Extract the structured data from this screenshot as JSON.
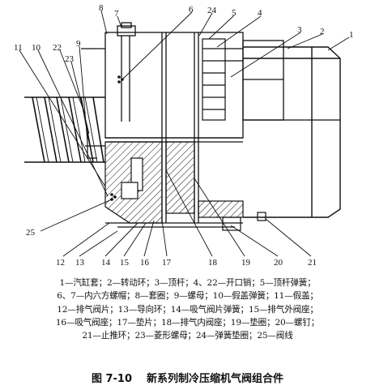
{
  "part_numbers": [
    "1",
    "2",
    "3",
    "4",
    "5",
    "6",
    "7",
    "8",
    "9",
    "10",
    "11",
    "12",
    "13",
    "14",
    "15",
    "16",
    "17",
    "18",
    "19",
    "20",
    "21",
    "22",
    "23",
    "24",
    "25"
  ],
  "legend_lines": [
    "1—汽缸套；2—转动环；3—顶杆；4、22—开口销；5—顶杆弹簧；",
    "6、7—内六方螺帽；8—套圈；9—螺母；10—假盖弹簧；11—假盖；",
    "12—排气阀片；13—导向环；14—吸气阀片弹簧；15—排气外阀座；",
    "16—吸气阀座；17—垫片；18—排气内阀座；19—垫圈；20—螺钉；",
    "21—止推环；23—菱形螺母；24—弹簧垫圈；25—阀线"
  ],
  "caption": {
    "figure_number": "图 7-10",
    "title": "新系列制冷压缩机气阀组合件"
  }
}
